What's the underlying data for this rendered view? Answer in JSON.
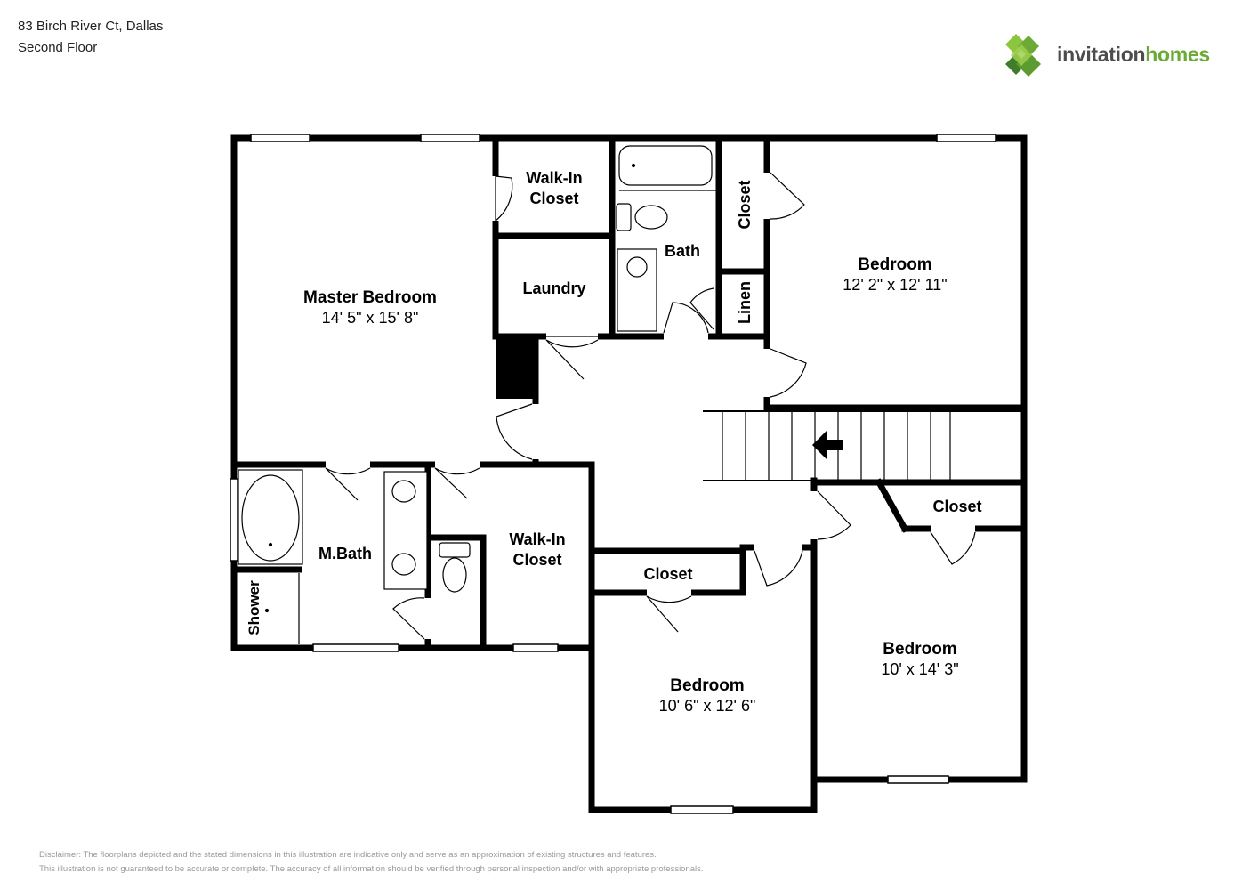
{
  "header": {
    "address": "83 Birch River Ct, Dallas",
    "floor": "Second Floor"
  },
  "logo": {
    "word1": "invitation",
    "word2": "homes",
    "colors": {
      "word1": "#4d4d4d",
      "word2": "#6aaa35",
      "mark_dark": "#3f7d2a",
      "mark_light": "#8cc63f"
    }
  },
  "rooms": {
    "master_bedroom": {
      "name": "Master Bedroom",
      "dims": "14' 5\" x 15' 8\""
    },
    "walkin_closet_top": {
      "line1": "Walk-In",
      "line2": "Closet"
    },
    "laundry": {
      "name": "Laundry"
    },
    "bath": {
      "name": "Bath"
    },
    "closet_top": {
      "name": "Closet"
    },
    "linen": {
      "name": "Linen"
    },
    "bedroom_ne": {
      "name": "Bedroom",
      "dims": "12' 2\" x 12' 11\""
    },
    "m_bath": {
      "name": "M.Bath"
    },
    "shower": {
      "name": "Shower"
    },
    "walkin_closet_mid": {
      "line1": "Walk-In",
      "line2": "Closet"
    },
    "closet_mid": {
      "name": "Closet"
    },
    "closet_right": {
      "name": "Closet"
    },
    "bedroom_s": {
      "name": "Bedroom",
      "dims": "10' 6\" x 12' 6\""
    },
    "bedroom_se": {
      "name": "Bedroom",
      "dims": "10' x 14' 3\""
    }
  },
  "disclaimer": {
    "line1": "Disclaimer: The floorplans depicted and the stated dimensions in this illustration are indicative only and serve as an approximation of existing structures and features.",
    "line2": "This illustration is not guaranteed to be accurate or complete. The accuracy of all information should be verified through personal inspection and/or with appropriate professionals."
  }
}
